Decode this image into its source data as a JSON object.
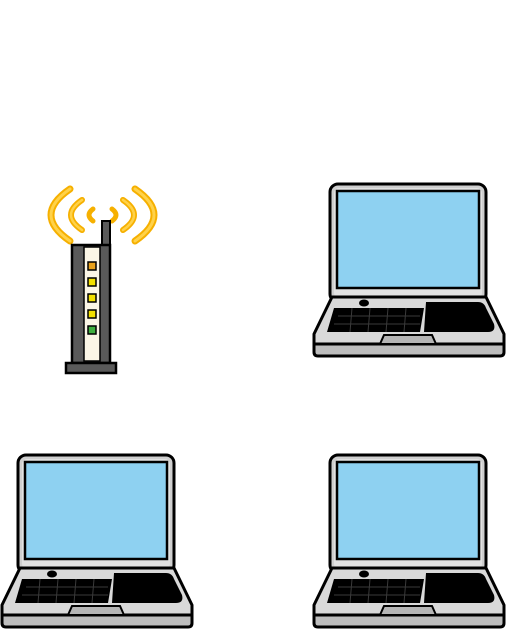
{
  "scene": {
    "devices": [
      {
        "kind": "wifi-router",
        "icon": "wifi-router-icon",
        "led_count": 5,
        "led_colors": [
          "#e8a11a",
          "#f2e000",
          "#f2e000",
          "#f2e000",
          "#3fb03f"
        ]
      },
      {
        "kind": "laptop",
        "icon": "laptop-icon"
      },
      {
        "kind": "laptop",
        "icon": "laptop-icon"
      },
      {
        "kind": "laptop",
        "icon": "laptop-icon"
      }
    ],
    "colors": {
      "screen": "#8ed1f1",
      "laptop_body": "#cfcfcf",
      "laptop_base": "#d9d9d9",
      "outline": "#000000",
      "signal_wave": "#f6b000",
      "signal_wave_light": "#ffd24a",
      "router_body": "#5a5a5a",
      "router_panel": "#fbf6e6",
      "keyboard": "#000000"
    }
  }
}
